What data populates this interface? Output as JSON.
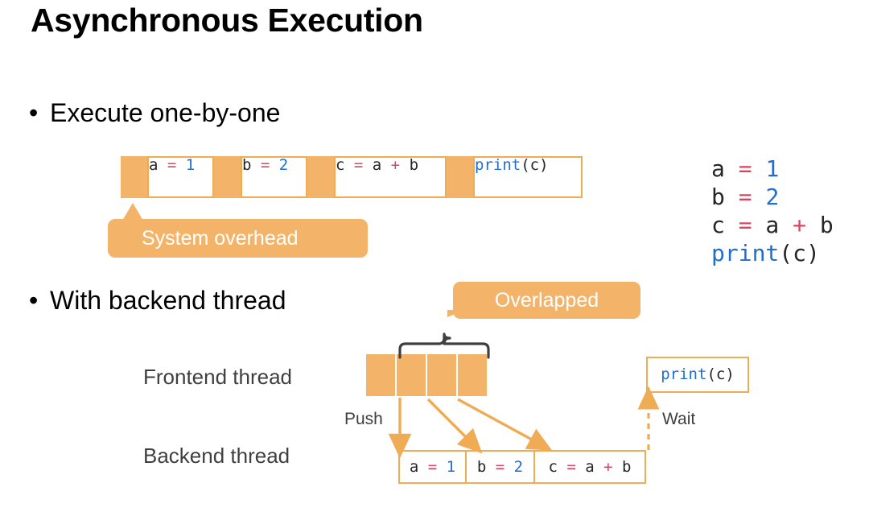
{
  "slide": {
    "title": "Asynchronous Execution",
    "bullets": [
      {
        "marker": "•",
        "text": "Execute one-by-one"
      },
      {
        "marker": "•",
        "text": "With backend thread"
      }
    ]
  },
  "colors": {
    "orange_fill": "#f3b46a",
    "orange_border": "#f0ab55",
    "code_text": "#262626",
    "operator_red": "#d9455f",
    "number_blue": "#1f6fd0",
    "label_gray": "#3f3f3f",
    "brace_gray": "#3f3f3f",
    "title_black": "#000000",
    "callout_text": "#ffffff"
  },
  "sequential_timeline": {
    "segments": [
      {
        "kind": "overhead",
        "label": "",
        "width": 33
      },
      {
        "kind": "code",
        "tokens": [
          {
            "t": "a ",
            "c": "plain"
          },
          {
            "t": "=",
            "c": "op"
          },
          {
            "t": " ",
            "c": "plain"
          },
          {
            "t": "1",
            "c": "num"
          }
        ],
        "text": "a = 1",
        "width": 83
      },
      {
        "kind": "overhead",
        "label": "",
        "width": 33
      },
      {
        "kind": "code",
        "tokens": [
          {
            "t": "b ",
            "c": "plain"
          },
          {
            "t": "=",
            "c": "op"
          },
          {
            "t": " ",
            "c": "plain"
          },
          {
            "t": "2",
            "c": "num"
          }
        ],
        "text": "b = 2",
        "width": 83
      },
      {
        "kind": "overhead",
        "label": "",
        "width": 33
      },
      {
        "kind": "code",
        "tokens": [
          {
            "t": "c ",
            "c": "plain"
          },
          {
            "t": "=",
            "c": "op"
          },
          {
            "t": " a ",
            "c": "plain"
          },
          {
            "t": "+",
            "c": "op"
          },
          {
            "t": " b",
            "c": "plain"
          }
        ],
        "text": "c = a + b",
        "width": 140
      },
      {
        "kind": "overhead",
        "label": "",
        "width": 33
      },
      {
        "kind": "code",
        "tokens": [
          {
            "t": "print",
            "c": "fn"
          },
          {
            "t": "(c)",
            "c": "plain"
          }
        ],
        "text": "print(c)",
        "width": 136
      }
    ]
  },
  "callouts": {
    "system_overhead": "System overhead",
    "overlapped": "Overlapped"
  },
  "source_listing": {
    "lines": [
      [
        {
          "t": "a ",
          "c": "plain"
        },
        {
          "t": "=",
          "c": "op"
        },
        {
          "t": " ",
          "c": "plain"
        },
        {
          "t": "1",
          "c": "num"
        }
      ],
      [
        {
          "t": "b ",
          "c": "plain"
        },
        {
          "t": "=",
          "c": "op"
        },
        {
          "t": " ",
          "c": "plain"
        },
        {
          "t": "2",
          "c": "num"
        }
      ],
      [
        {
          "t": "c ",
          "c": "plain"
        },
        {
          "t": "=",
          "c": "op"
        },
        {
          "t": " a ",
          "c": "plain"
        },
        {
          "t": "+",
          "c": "op"
        },
        {
          "t": " b",
          "c": "plain"
        }
      ],
      [
        {
          "t": "print",
          "c": "fn"
        },
        {
          "t": "(c)",
          "c": "plain"
        }
      ]
    ],
    "plain_text": "a = 1\nb = 2\nc = a + b\nprint(c)"
  },
  "async_diagram": {
    "frontend_label": "Frontend thread",
    "backend_label": "Backend thread",
    "frontend_blocks": 4,
    "arrow_labels": {
      "push": "Push",
      "wait": "Wait"
    },
    "backend_tasks": [
      {
        "tokens": [
          {
            "t": "a ",
            "c": "plain"
          },
          {
            "t": "=",
            "c": "op"
          },
          {
            "t": " ",
            "c": "plain"
          },
          {
            "t": "1",
            "c": "num"
          }
        ],
        "text": "a = 1",
        "width": 85
      },
      {
        "tokens": [
          {
            "t": "b ",
            "c": "plain"
          },
          {
            "t": "=",
            "c": "op"
          },
          {
            "t": " ",
            "c": "plain"
          },
          {
            "t": "2",
            "c": "num"
          }
        ],
        "text": "b = 2",
        "width": 87
      },
      {
        "tokens": [
          {
            "t": "c ",
            "c": "plain"
          },
          {
            "t": "=",
            "c": "op"
          },
          {
            "t": " a ",
            "c": "plain"
          },
          {
            "t": "+",
            "c": "op"
          },
          {
            "t": " b",
            "c": "plain"
          }
        ],
        "text": "c = a + b",
        "width": 140
      }
    ],
    "result_box": {
      "tokens": [
        {
          "t": "print",
          "c": "fn"
        },
        {
          "t": "(c)",
          "c": "plain"
        }
      ],
      "text": "print(c)"
    }
  }
}
